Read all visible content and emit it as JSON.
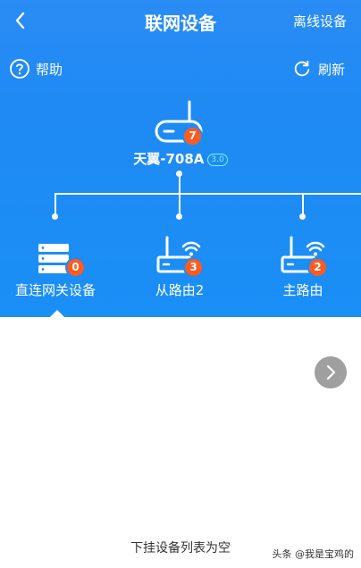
{
  "header": {
    "title": "联网设备",
    "offline_label": "离线设备"
  },
  "toolbar": {
    "help_label": "帮助",
    "refresh_label": "刷新"
  },
  "main_router": {
    "name": "天翼-708A",
    "version_badge": "3.0",
    "count": "7"
  },
  "nodes": [
    {
      "label": "直连网关设备",
      "count": "0",
      "icon": "server-icon"
    },
    {
      "label": "从路由2",
      "count": "3",
      "icon": "wifi-router-icon"
    },
    {
      "label": "主路由",
      "count": "2",
      "icon": "wifi-router-icon"
    }
  ],
  "device_list": {
    "empty_text": "下挂设备列表为空"
  },
  "watermark": "头条 @我是宝鸡的",
  "colors": {
    "primary_blue": "#1f8af3",
    "badge_orange": "#ff5a1f"
  }
}
